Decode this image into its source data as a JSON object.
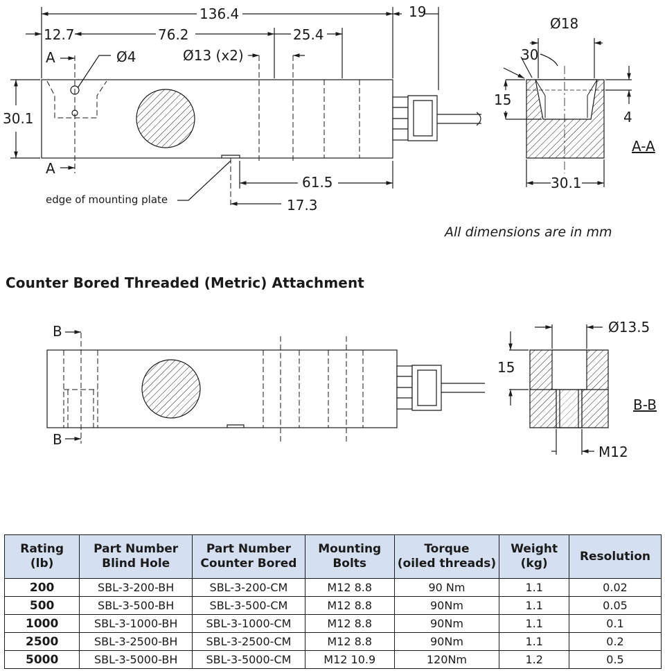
{
  "top_view": {
    "dims": {
      "overall_length": "136.4",
      "cable_length": "19",
      "hole_offset": "12.7",
      "hole_spacing_1": "76.2",
      "hole_spacing_2": "25.4",
      "hole_diameter_small": "Ø4",
      "hole_diameter_mount": "Ø13 (x2)",
      "height": "30.1",
      "plate_length": "61.5",
      "plate_offset": "17.3"
    },
    "labels": {
      "section_a_top": "A",
      "section_a_bottom": "A",
      "edge_note": "edge of mounting plate"
    }
  },
  "section_aa": {
    "dims": {
      "bore_dia": "Ø18",
      "angle": "30",
      "depth": "15",
      "thread": "4",
      "width": "30.1"
    },
    "label": "A-A"
  },
  "units_note": "All dimensions are in mm",
  "section_title": "Counter Bored Threaded (Metric) Attachment",
  "bottom_view": {
    "labels": {
      "section_b_top": "B",
      "section_b_bottom": "B"
    }
  },
  "section_bb": {
    "dims": {
      "bore_dia": "Ø13.5",
      "depth": "15",
      "thread": "M12"
    },
    "label": "B-B"
  },
  "table": {
    "headers": [
      "Rating\n(lb)",
      "Part Number\nBlind Hole",
      "Part Number\nCounter Bored",
      "Mounting\nBolts",
      "Torque\n(oiled threads)",
      "Weight\n(kg)",
      "Resolution"
    ],
    "rows": [
      [
        "200",
        "SBL-3-200-BH",
        "SBL-3-200-CM",
        "M12  8.8",
        "90 Nm",
        "1.1",
        "0.02"
      ],
      [
        "500",
        "SBL-3-500-BH",
        "SBL-3-500-CM",
        "M12  8.8",
        "90Nm",
        "1.1",
        "0.05"
      ],
      [
        "1000",
        "SBL-3-1000-BH",
        "SBL-3-1000-CM",
        "M12  8.8",
        "90Nm",
        "1.1",
        "0.1"
      ],
      [
        "2500",
        "SBL-3-2500-BH",
        "SBL-3-2500-CM",
        "M12  8.8",
        "90Nm",
        "1.1",
        "0.2"
      ],
      [
        "5000",
        "SBL-3-5000-BH",
        "SBL-3-5000-CM",
        "M12  10.9",
        "120Nm",
        "1.2",
        "0.5"
      ]
    ]
  },
  "colors": {
    "header_bg": "#d4dff0",
    "line": "#1a1a1a"
  }
}
